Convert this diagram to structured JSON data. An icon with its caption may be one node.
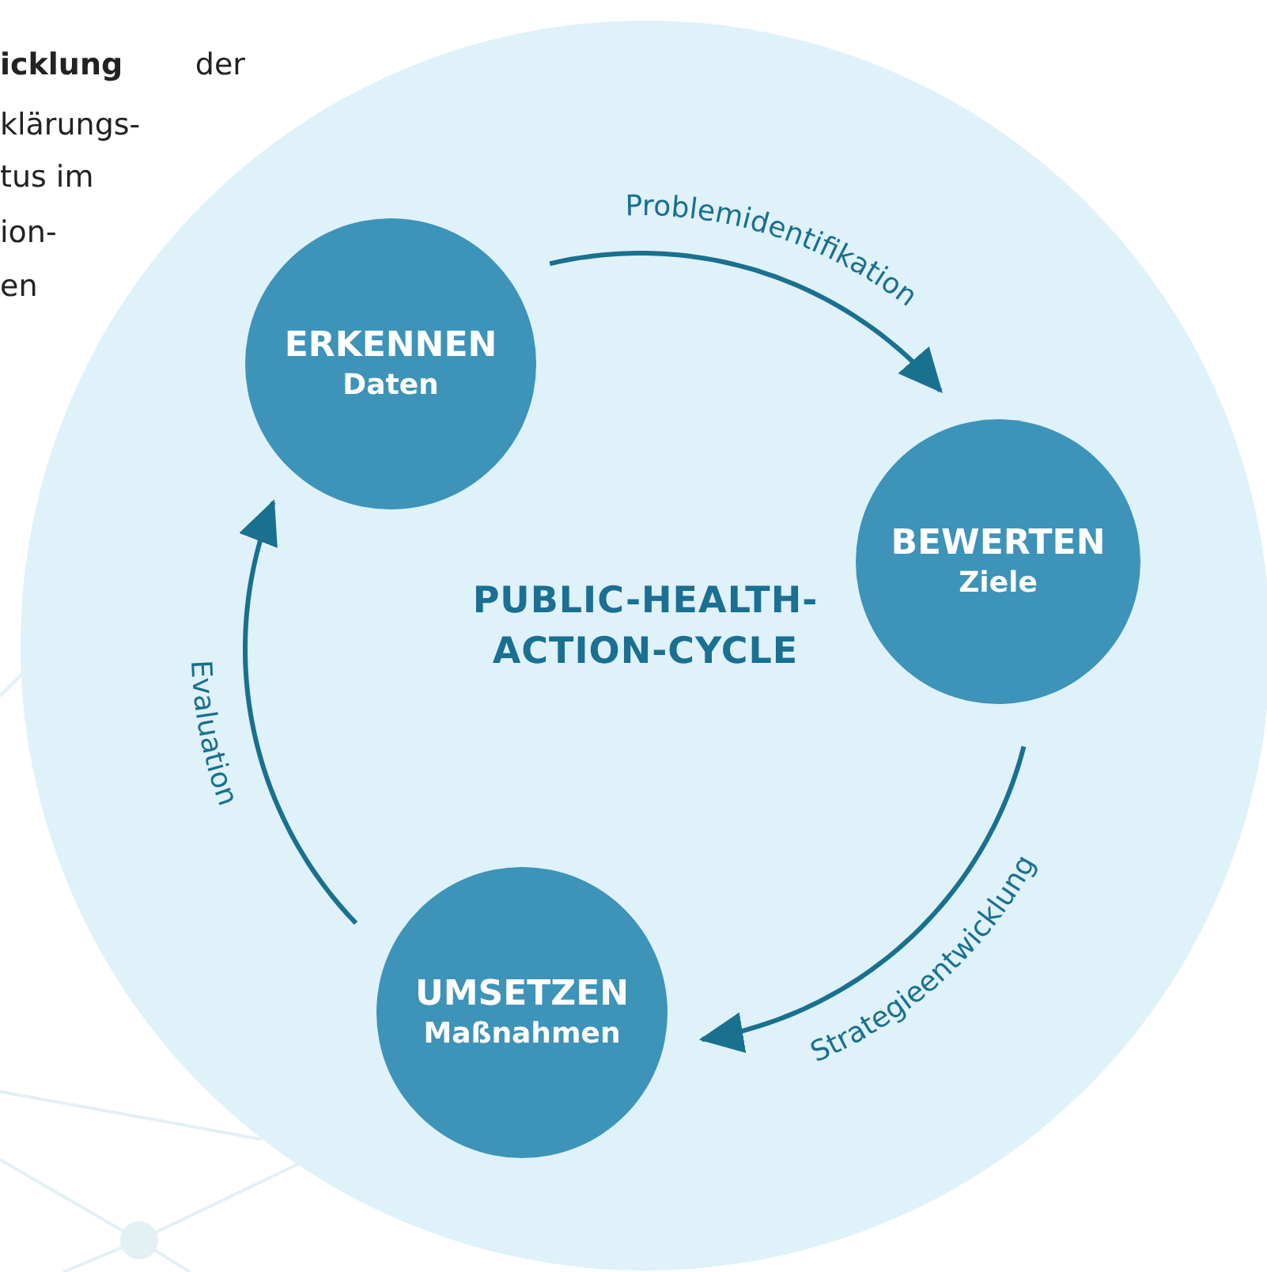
{
  "diagram": {
    "nodes": [
      {
        "text": [
          "PUBLIC-HEALTH-ACTION-CYCLE"
        ]
      },
      {
        "text": [
          "ERKENNEN",
          "Daten"
        ],
        "in": 0
      },
      {
        "text": [
          "BEWERTEN",
          "Ziele"
        ],
        "in": 0
      },
      {
        "text": [
          "UMSETZEN",
          "Maßnahmen"
        ],
        "in": 0
      }
    ],
    "edges": [
      {
        "from": 1,
        "to": 2,
        "arrow": "to",
        "label": "Problemidentifikation"
      },
      {
        "from": 2,
        "to": 3,
        "arrow": "to",
        "label": "Strategieentwicklung"
      },
      {
        "from": 3,
        "to": 1,
        "arrow": "to",
        "label": "Evaluation"
      }
    ],
    "labels": [
      "**icklung** der",
      "klärungs-",
      "tus im",
      "ion-",
      "en"
    ]
  }
}
